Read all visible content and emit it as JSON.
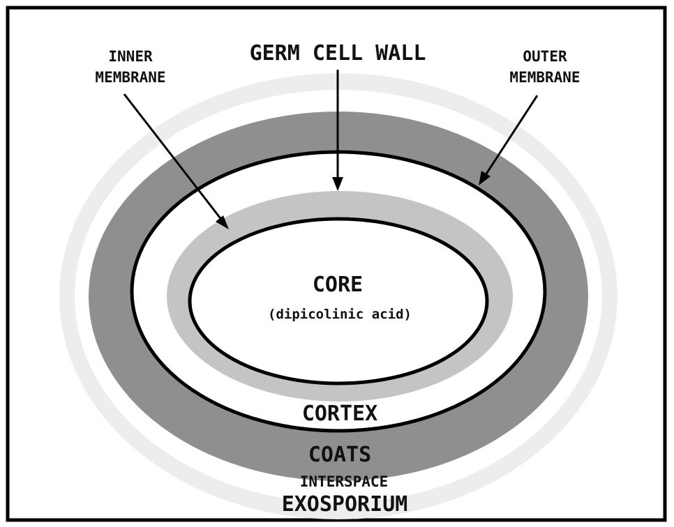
{
  "labels": {
    "inner_membrane": [
      "INNER",
      "MEMBRANE"
    ],
    "germ_cell_wall": "GERM CELL WALL",
    "outer_membrane": [
      "OUTER",
      "MEMBRANE"
    ],
    "core": "CORE",
    "core_note": "(dipicolinic acid)",
    "cortex": "CORTEX",
    "coats": "COATS",
    "interspace": "INTERSPACE",
    "exosporium": "EXOSPORIUM"
  },
  "colors": {
    "frame": "#000000",
    "exosporium_band": "#ededed",
    "interspace": "#ffffff",
    "coats_band": "#8f8f8f",
    "cortex": "#ffffff",
    "germ_cell_wall_band": "#c4c4c4",
    "core": "#ffffff",
    "membrane_line": "#000000"
  }
}
